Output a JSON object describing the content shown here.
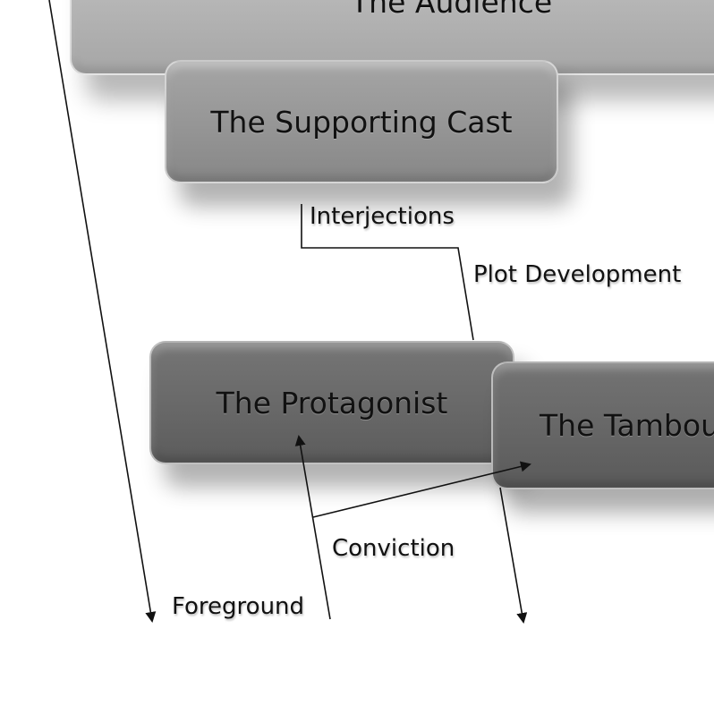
{
  "nodes": {
    "audience": "The Audience",
    "supporting_cast": "The Supporting Cast",
    "protagonist": "The Protagonist",
    "tambour": "The Tambou"
  },
  "edge_labels": {
    "interjections": "Interjections",
    "plot_development": "Plot Development",
    "conviction": "Conviction",
    "foreground": "Foreground"
  }
}
